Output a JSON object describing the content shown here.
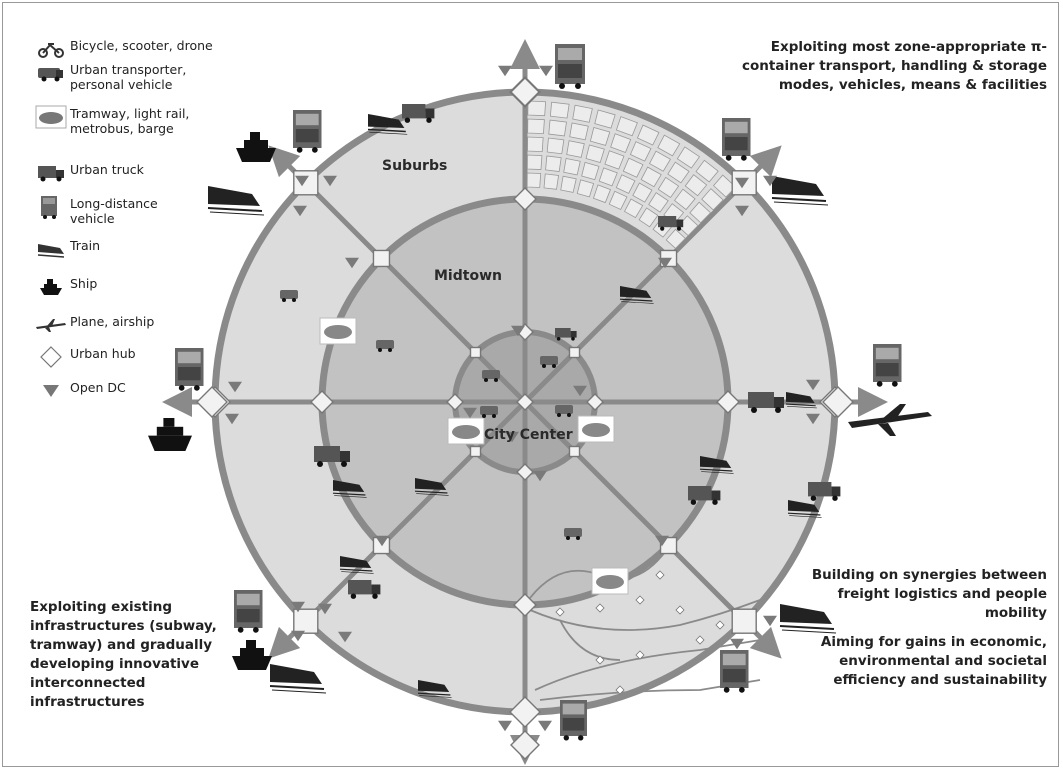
{
  "legend": [
    {
      "icon": "bicycle-icon",
      "label": "Bicycle, scooter, drone"
    },
    {
      "icon": "van-icon",
      "label": "Urban transporter, personal vehicle"
    },
    {
      "icon": "tram-icon",
      "label": "Tramway, light rail, metrobus, barge"
    },
    {
      "icon": "truck-icon",
      "label": "Urban truck"
    },
    {
      "icon": "long-truck-icon",
      "label": "Long-distance vehicle"
    },
    {
      "icon": "train-icon",
      "label": "Train"
    },
    {
      "icon": "ship-icon",
      "label": "Ship"
    },
    {
      "icon": "plane-icon",
      "label": "Plane, airship"
    },
    {
      "icon": "diamond-icon",
      "label": "Urban hub"
    },
    {
      "icon": "triangle-icon",
      "label": "Open DC"
    }
  ],
  "zones": {
    "suburbs": "Suburbs",
    "midtown": "Midtown",
    "city_center": "City Center"
  },
  "notes": {
    "top_right": "Exploiting most zone-appropriate π-container transport, handling & storage modes, vehicles, means & facilities",
    "right_middle": "Building on synergies between freight logistics and people mobility",
    "right_bottom": "Aiming for gains in economic, environmental and societal efficiency and sustainability",
    "left_bottom": "Exploiting existing infrastructures (subway, tramway) and gradually developing innovative interconnected infrastructures"
  },
  "colors": {
    "suburbs_fill": "#dcdcdc",
    "midtown_fill": "#c2c2c2",
    "center_fill": "#a9a9a9",
    "ring_stroke": "#8a8a8a",
    "hub_fill": "#f2f2f2",
    "dc_fill": "#7a7a7a"
  }
}
